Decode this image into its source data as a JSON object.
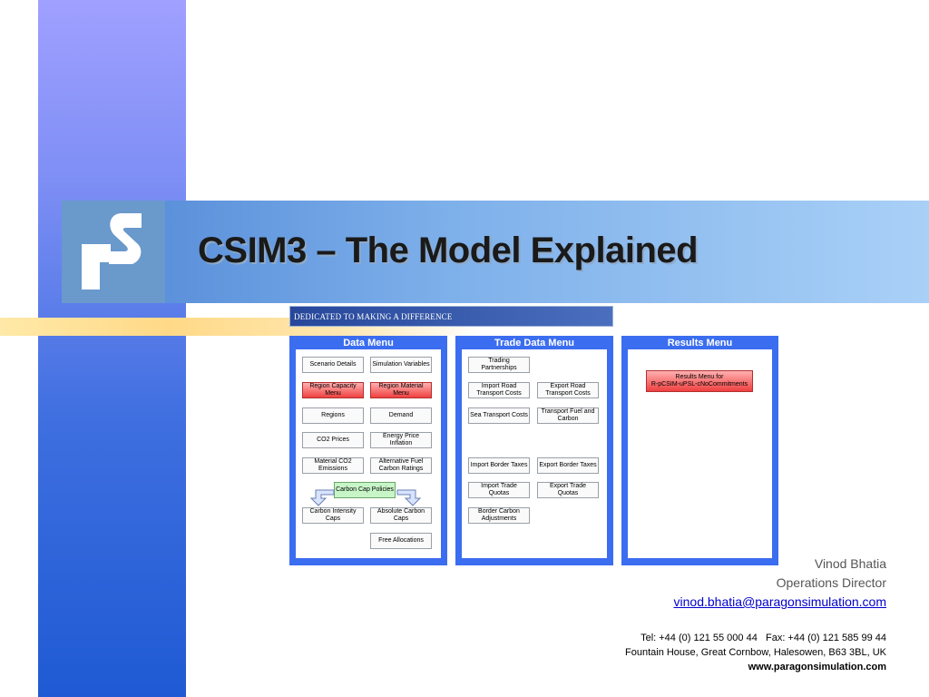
{
  "slide": {
    "title": "CSIM3 – The Model Explained"
  },
  "app": {
    "banner": "DEDICATED TO MAKING A DIFFERENCE",
    "data_menu": {
      "title": "Data Menu",
      "buttons": [
        "Scenario Details",
        "Simulation Variables",
        "Region Capacity Menu",
        "Region Material Menu",
        "Regions",
        "Demand",
        "CO2 Prices",
        "Energy Price Inflation",
        "Material CO2 Emissions",
        "Alternative Fuel Carbon Ratings",
        "Carbon Cap Policies",
        "Carbon Intensity Caps",
        "Absolute Carbon Caps",
        "Free Allocations"
      ]
    },
    "trade_menu": {
      "title": "Trade Data Menu",
      "buttons": [
        "Trading Partnerships",
        "Import Road Transport Costs",
        "Export Road Transport Costs",
        "Sea Transport Costs",
        "Transport Fuel and Carbon",
        "Import Border Taxes",
        "Export Border Taxes",
        "Import Trade Quotas",
        "Export Trade Quotas",
        "Border Carbon Adjustments"
      ]
    },
    "results_menu": {
      "title": "Results Menu",
      "button_line1": "Results Menu for",
      "button_line2": "R-pCSIM-uPSL-cNoCommitments"
    }
  },
  "contact": {
    "name": "Vinod Bhatia",
    "role": "Operations Director",
    "email": "vinod.bhatia@paragonsimulation.com",
    "phone": "Tel: +44 (0) 121 55 000 44   Fax: +44 (0) 121 585 99 44",
    "address": "Fountain House, Great Cornbow, Halesowen, B63 3BL, UK",
    "website": "www.paragonsimulation.com"
  },
  "colors": {
    "panel_blue": "#3b6df0",
    "red_button": "#f04040",
    "green_button": "#c8f5c8",
    "title_band": "#7eb0ea"
  },
  "icons": {
    "logo": "paragon-ps-logo",
    "arrows": "down-arrow-icon"
  }
}
